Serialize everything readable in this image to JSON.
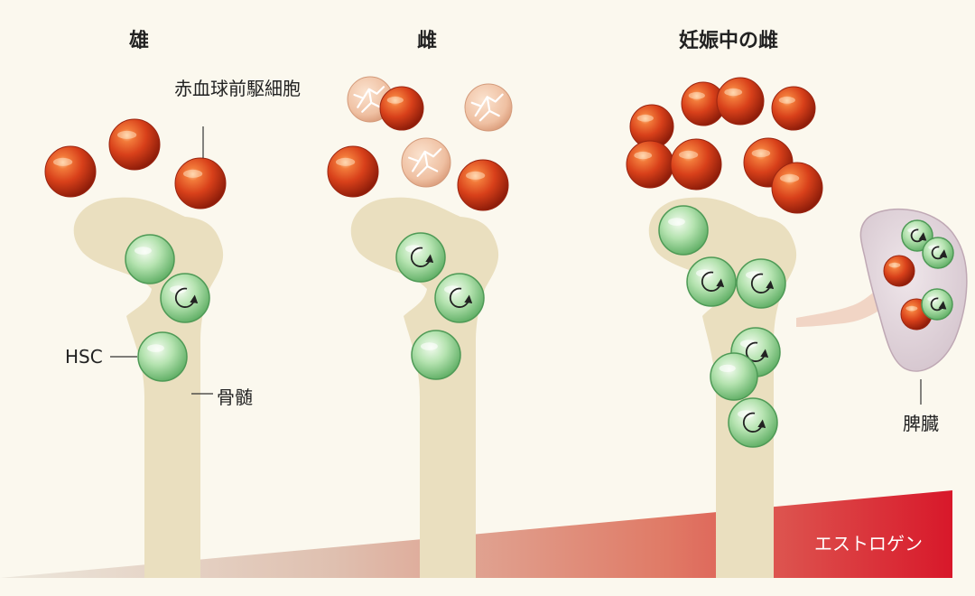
{
  "panels": {
    "male": "雄",
    "female": "雌",
    "pregnant": "妊娠中の雌"
  },
  "labels": {
    "erythroid_precursor": "赤血球前駆細胞",
    "hsc": "HSC",
    "bone_marrow": "骨髄",
    "spleen": "脾臓",
    "estrogen": "エストロゲン"
  },
  "colors": {
    "background": "#fbf8ee",
    "bone": "#eadfbf",
    "erythroid_cell": "#d8401a",
    "lysed_cell": "#eab79a",
    "hsc_cell": "#88cf8c",
    "spleen": "#dccfd6",
    "estrogen_low": "#e9e3d6",
    "estrogen_high": "#d8182a"
  },
  "icons": {
    "proliferation": "circular-arrow-icon",
    "lysis": "cracked-cell-icon"
  }
}
